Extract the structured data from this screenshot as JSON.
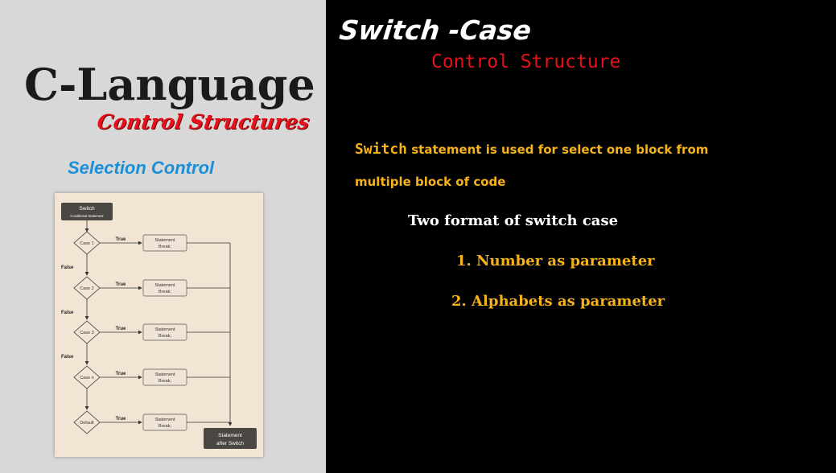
{
  "left": {
    "title": "C-Language",
    "subtitle": "Control Structures",
    "section": "Selection Control"
  },
  "flowchart": {
    "start_line1": "Switch",
    "start_line2": "Conditional Statement",
    "cases": [
      "Case 1",
      "Case 2",
      "Case 3",
      "Case n",
      "Default"
    ],
    "true_label": "True",
    "false_label": "False",
    "stmt_line1": "Statement",
    "stmt_line2": "Break;",
    "end_line1": "Statement",
    "end_line2": "after Switch"
  },
  "right": {
    "title": "Switch -Case",
    "subtitle": "Control Structure",
    "desc_keyword": "Switch",
    "desc_rest": " statement is used for select one block from",
    "desc_line2": "multiple block of code",
    "formats_heading": "Two format of switch case",
    "item1": "1. Number as parameter",
    "item2": "2. Alphabets as parameter"
  },
  "colors": {
    "accent_red": "#e8101a",
    "accent_orange": "#f5b21a",
    "accent_blue": "#1a8fd8"
  }
}
